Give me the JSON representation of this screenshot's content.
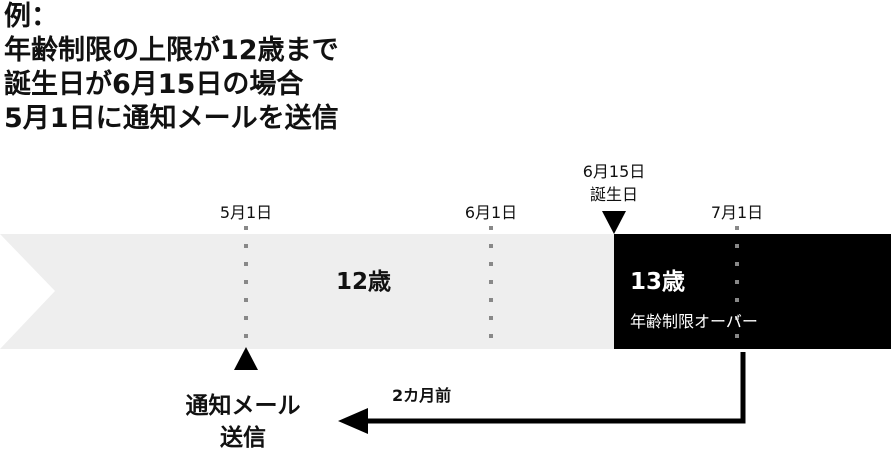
{
  "title": {
    "line1": "例：",
    "line2": "年齢制限の上限が12歳まで",
    "line3": "誕生日が6月15日の場合",
    "line4": "5月1日に通知メールを送信"
  },
  "dates": {
    "may1": "5月1日",
    "jun1": "6月1日",
    "jun15": "6月15日",
    "birthday": "誕生日",
    "jul1": "7月1日"
  },
  "segments": {
    "age12": "12歳",
    "age13": "13歳",
    "over_limit": "年齢制限オーバー"
  },
  "arrow": {
    "label": "2カ月前"
  },
  "notification": {
    "line1": "通知メール",
    "line2": "送信"
  },
  "colors": {
    "light_band": "#eeeeee",
    "dark_band": "#000000",
    "dots": "#888888"
  }
}
